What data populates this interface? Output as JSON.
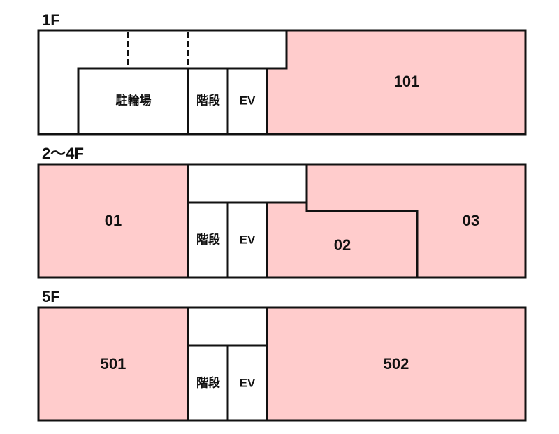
{
  "colors": {
    "unit_fill": "#ffcccc",
    "common_fill": "#ffffff",
    "stroke": "#111111"
  },
  "floors": [
    {
      "label": "1F",
      "units": [
        "101"
      ],
      "facilities": {
        "bicycle": "駐輪場",
        "stairs": "階段",
        "elevator": "EV"
      }
    },
    {
      "label": "2～4F",
      "units": [
        "01",
        "02",
        "03"
      ],
      "facilities": {
        "stairs": "階段",
        "elevator": "EV"
      }
    },
    {
      "label": "5F",
      "units": [
        "501",
        "502"
      ],
      "facilities": {
        "stairs": "階段",
        "elevator": "EV"
      }
    }
  ]
}
